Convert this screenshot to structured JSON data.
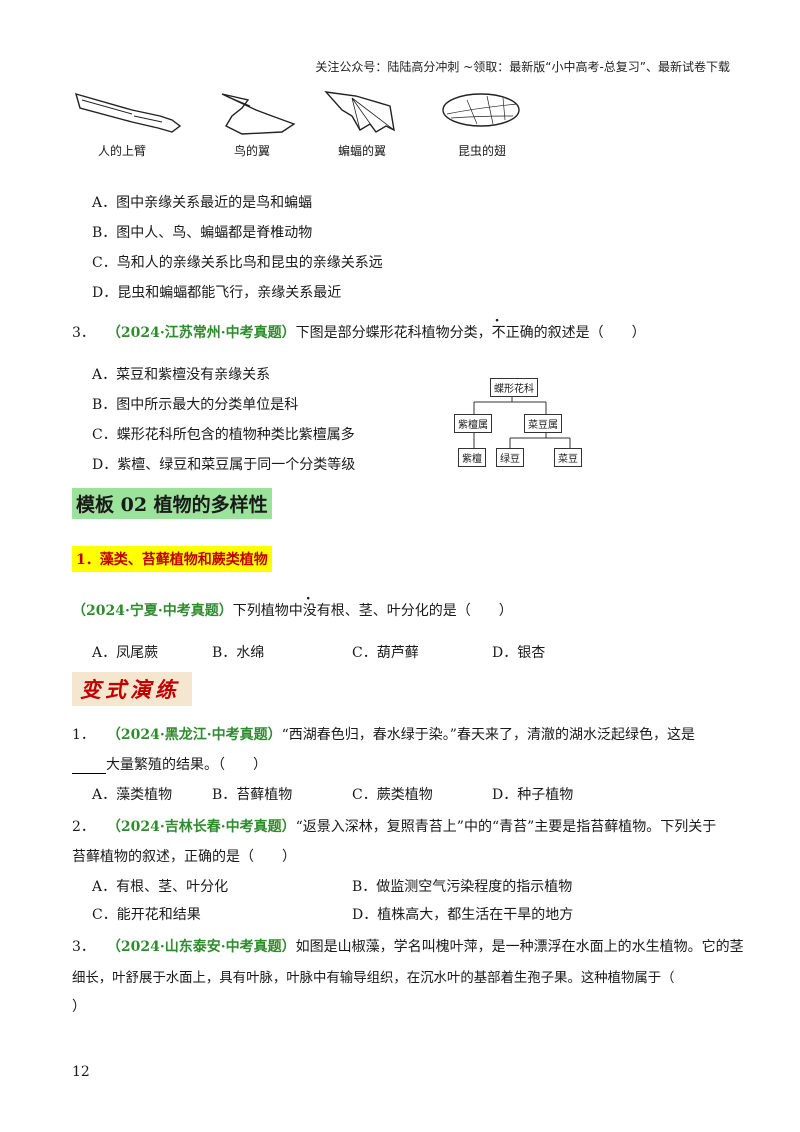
{
  "header": "关注公众号：陆陆高分冲刺 ~领取：最新版“小中高考-总复习”、最新试卷下载",
  "figures": {
    "captions": [
      "人的上臂",
      "鸟的翼",
      "蝙蝠的翼",
      "昆虫的翅"
    ]
  },
  "q2_options": [
    "A．图中亲缘关系最近的是鸟和蝙蝠",
    "B．图中人、鸟、蝙蝠都是脊椎动物",
    "C．鸟和人的亲缘关系比鸟和昆虫的亲缘关系远",
    "D．昆虫和蝙蝠都能飞行，亲缘关系最近"
  ],
  "q3": {
    "num": "3．",
    "src": "（2024·江苏常州·中考真题）",
    "text_before": "下图是部分蝶形花科植物分类，",
    "emph": "不正确",
    "text_after": "的叙述是（　　）",
    "options": [
      "A．菜豆和紫檀没有亲缘关系",
      "B．图中所示最大的分类单位是科",
      "C．蝶形花科所包含的植物种类比紫檀属多",
      "D．紫檀、绿豆和菜豆属于同一个分类等级"
    ],
    "tree": {
      "root": "蝶形花科",
      "mid": [
        "紫檀属",
        "菜豆属"
      ],
      "leaves": [
        "紫檀",
        "绿豆",
        "菜豆"
      ]
    }
  },
  "section": {
    "title": "模板 02 植物的多样性",
    "subtitle": "1．藻类、苔藓植物和蕨类植物"
  },
  "example": {
    "src": "（2024·宁夏·中考真题）",
    "text_before": "下列植物中",
    "emph": "没有",
    "text_after": "根、茎、叶分化的是（　　）",
    "options": [
      "A．凤尾蕨",
      "B．水绵",
      "C．葫芦藓",
      "D．银杏"
    ]
  },
  "banner": "变式演练",
  "v1": {
    "num": "1．",
    "src": "（2024·黑龙江·中考真题）",
    "text": "“西湖春色归，春水绿于染。”春天来了，清澈的湖水泛起绿色，这是",
    "line2": "大量繁殖的结果。（　　）",
    "options": [
      "A．藻类植物",
      "B．苔藓植物",
      "C．蕨类植物",
      "D．种子植物"
    ]
  },
  "v2": {
    "num": "2．",
    "src": "（2024·吉林长春·中考真题）",
    "text": "“返景入深林，复照青苔上”中的“青苔”主要是指苔藓植物。下列关于",
    "line2": "苔藓植物的叙述，正确的是（　　）",
    "options": [
      "A．有根、茎、叶分化",
      "B．做监测空气污染程度的指示植物",
      "C．能开花和结果",
      "D．植株高大，都生活在干旱的地方"
    ]
  },
  "v3": {
    "num": "3．",
    "src": "（2024·山东泰安·中考真题）",
    "text": "如图是山椒藻，学名叫槐叶萍，是一种漂浮在水面上的水生植物。它的茎",
    "line2": "细长，叶舒展于水面上，具有叶脉，叶脉中有输导组织，在沉水叶的基部着生孢子果。这种植物属于（",
    "line3": "）"
  },
  "page_number": "12"
}
